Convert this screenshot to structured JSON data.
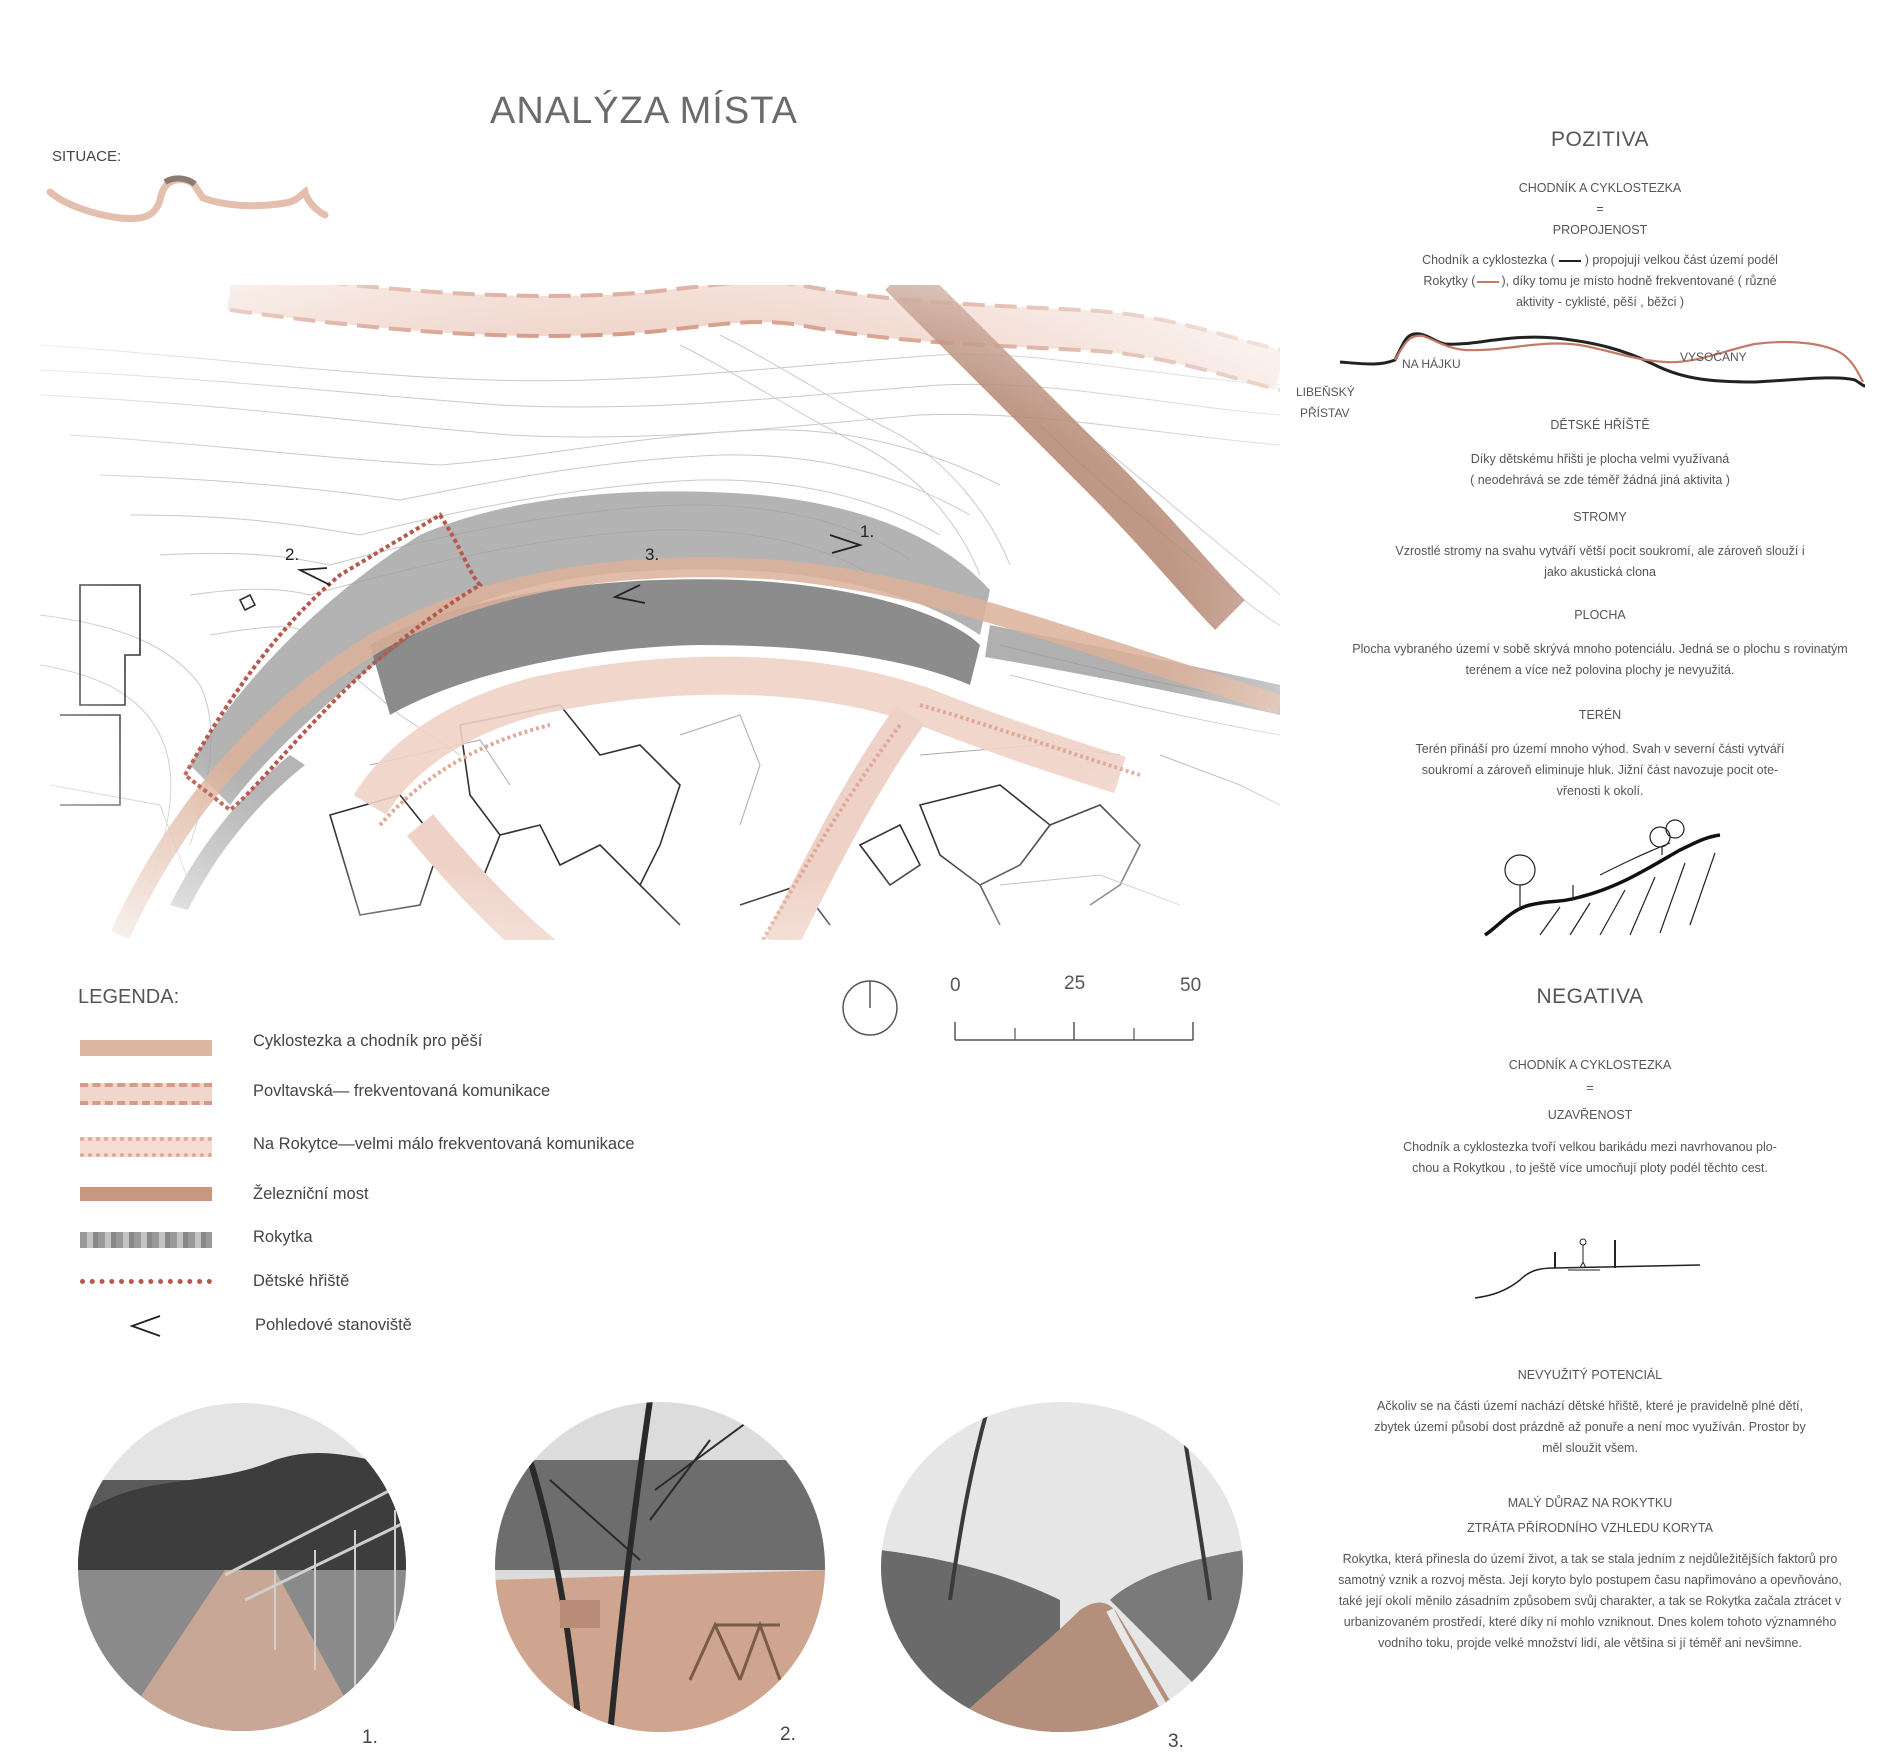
{
  "title": "ANALÝZA MÍSTA",
  "situace_label": "SITUACE:",
  "map": {
    "view_points": [
      "1.",
      "2.",
      "3."
    ]
  },
  "legend": {
    "title": "LEGENDA:",
    "items": [
      {
        "label": "Cyklostezka a chodník pro pěší",
        "color": "#ddb7a1"
      },
      {
        "label": "Povltavská— frekventovaná komunikace",
        "color": "#eac7b8"
      },
      {
        "label": "Na Rokytce—velmi málo frekventovaná komunikace",
        "color": "#efd0c4"
      },
      {
        "label": "Železniční most",
        "color": "#c8977d"
      },
      {
        "label": "Rokytka",
        "color": "#a9a9a9"
      },
      {
        "label": "Dětské hřiště",
        "color": "#b8584d"
      },
      {
        "label": "Pohledové stanoviště",
        "color": "#222222"
      }
    ]
  },
  "scale": {
    "labels": [
      "0",
      "25",
      "50"
    ]
  },
  "photos": {
    "labels": [
      "1.",
      "2.",
      "3."
    ]
  },
  "pozitiva": {
    "heading": "POZITIVA",
    "s1_title": "CHODNÍK A CYKLOSTEZKA",
    "s1_eq": "=",
    "s1_sub": "PROPOJENOST",
    "s1_l1a": "Chodník a cyklostezka (",
    "s1_l1b": ") propojují velkou část území podél",
    "s1_l2a": "Rokytky (",
    "s1_l2b": "), díky tomu je místo hodně frekventované ( různé",
    "s1_l3": "aktivity - cyklisté, pěší , běžci )",
    "route_labels": {
      "na_hajku": "NA HÁJKU",
      "vysocany": "VYSOČANY",
      "libensky": "LIBEŇSKÝ",
      "pristav": "PŘÍSTAV"
    },
    "s2_title": "DĚTSKÉ HŘÍŠTĚ",
    "s2_l1": "Díky dětskému hřišti je plocha velmi využívaná",
    "s2_l2": "( neodehrává se zde téměř žádná jiná aktivita )",
    "s3_title": "STROMY",
    "s3_l1": "Vzrostlé stromy na svahu vytváří větší pocit soukromí, ale zároveň slouží i",
    "s3_l2": "jako akustická clona",
    "s4_title": "PLOCHA",
    "s4_l1": "Plocha vybraného území v sobě skrývá mnoho potenciálu. Jedná se o plochu s rovinatým",
    "s4_l2": "terénem a více než polovina plochy je nevyužitá.",
    "s5_title": "TERÉN",
    "s5_l1": "Terén přináší pro území mnoho výhod. Svah v severní části vytváří",
    "s5_l2": "soukromí a zároveň eliminuje hluk. Jižní část navozuje pocit ote-",
    "s5_l3": "vřenosti k okolí."
  },
  "negativa": {
    "heading": "NEGATIVA",
    "s1_title": "CHODNÍK A CYKLOSTEZKA",
    "s1_eq": "=",
    "s1_sub": "UZAVŘENOST",
    "s1_l1": "Chodník a cyklostezka tvoří velkou barikádu mezi navrhovanou plo-",
    "s1_l2": "chou a Rokytkou , to ještě více umocňují ploty podél těchto cest.",
    "s2_title": "NEVYUŽITÝ POTENCIÁL",
    "s2_l1": "Ačkoliv se na části území nachází dětské hřiště, které je pravidelně plné dětí,",
    "s2_l2": "zbytek území působí dost prázdně až ponuře a není moc využíván. Prostor by",
    "s2_l3": "měl sloužit všem.",
    "s3_title1": "MALÝ DŮRAZ NA ROKYTKU",
    "s3_title2": "ZTRÁTA PŘÍRODNÍHO VZHLEDU KORYTA",
    "s3_l1": "Rokytka, která přinesla do území život, a tak se stala jedním z nejdůležitějších faktorů pro",
    "s3_l2": "samotný vznik a rozvoj města. Její koryto bylo postupem času napřimováno a opevňováno,",
    "s3_l3": "také její okolí měnilo zásadním způsobem svůj charakter, a tak se Rokytka začala ztrácet v",
    "s3_l4": "urbanizovaném prostředí, které díky ní mohlo vzniknout. Dnes kolem tohoto významného",
    "s3_l5": "vodního toku, projde velké množství lidí, ale většina si jí téměř ani nevšimne."
  }
}
